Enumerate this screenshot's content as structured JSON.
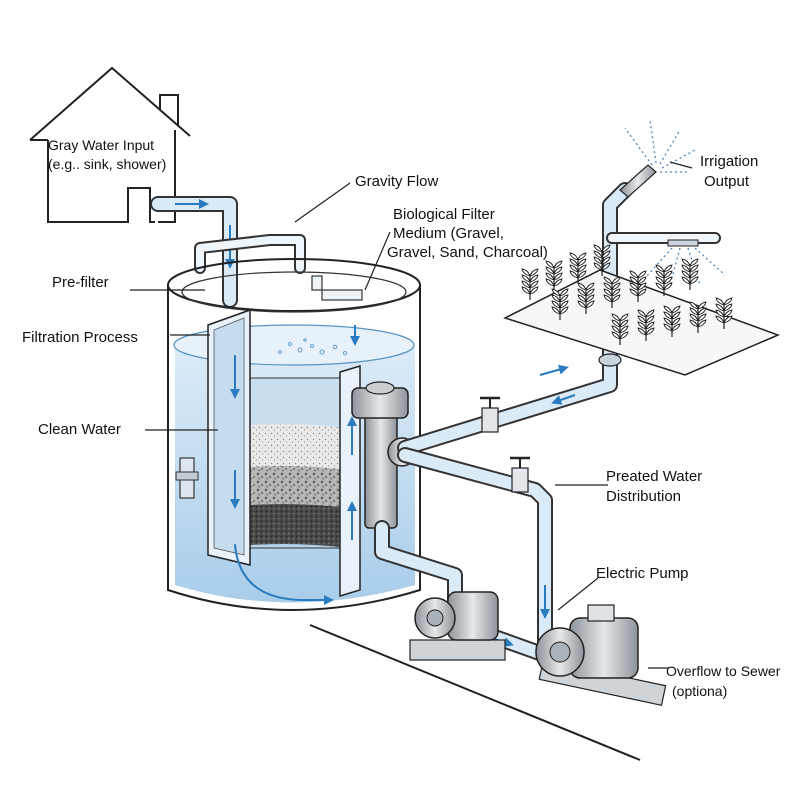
{
  "labels": {
    "gray_water_input": [
      "Gray Water Input",
      "(e.g.. sink, shower)"
    ],
    "gravity_flow": "Gravity Flow",
    "biological_filter": [
      "Biological Filter",
      "Medium (Gravel,",
      "Gravel, Sand, Charcoal)"
    ],
    "pre_filter": "Pre-filter",
    "filtration_process": "Filtration Process",
    "clean_water": "Clean Water",
    "irrigation_output": [
      "Irrigation",
      "Output"
    ],
    "treated_water_distribution": [
      "Preated Water",
      "Distribution"
    ],
    "electric_pump": "Electric Pump",
    "overflow_to_sewer": [
      "Overflow to Sewer",
      "(optiona)"
    ]
  },
  "colors": {
    "water": "#cfe3f4",
    "water_dark": "#9ec6e8",
    "pipe": "#dbeaf7",
    "arrow": "#2a7bc0",
    "outline": "#222222"
  },
  "filter_layers": [
    "water",
    "sand",
    "gravel",
    "charcoal"
  ]
}
